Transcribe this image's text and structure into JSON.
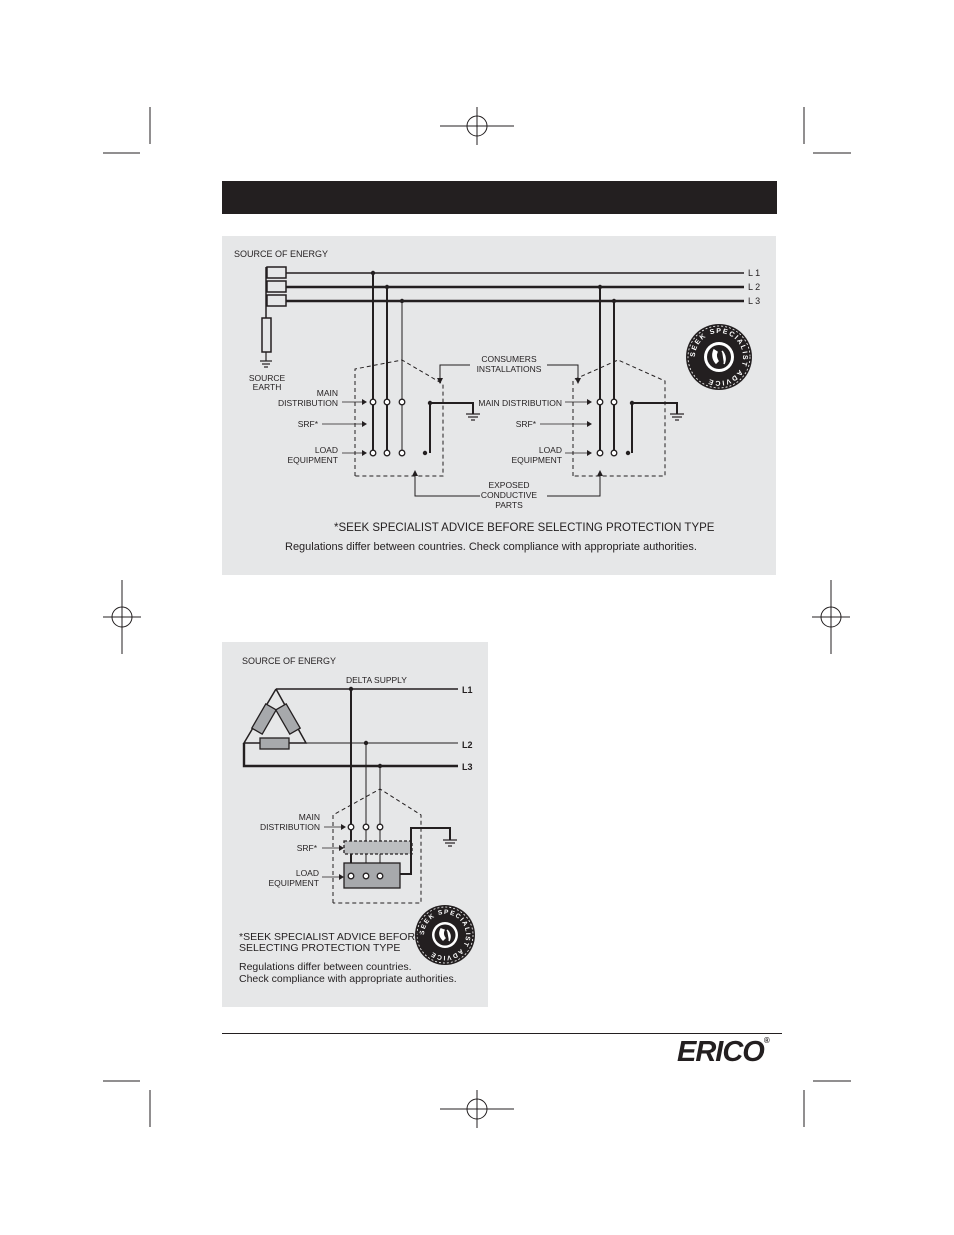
{
  "colors": {
    "header_bar": "#231f20",
    "panel_bg": "#e6e7e8",
    "ink": "#231f20",
    "srf_fill": "#bcbec0",
    "load_fill": "#a7a9ac"
  },
  "top_diagram": {
    "source_label": "SOURCE OF ENERGY",
    "line_labels": [
      "L 1",
      "L 2",
      "L 3"
    ],
    "source_earth": [
      "SOURCE",
      "EARTH"
    ],
    "consumers_installations": [
      "CONSUMERS",
      "INSTALLATIONS"
    ],
    "main_distribution_left": [
      "MAIN",
      "DISTRIBUTION"
    ],
    "main_distribution_right": "MAIN DISTRIBUTION",
    "srf_left": "SRF*",
    "srf_right": "SRF*",
    "load_equipment_left": [
      "LOAD",
      "EQUIPMENT"
    ],
    "load_equipment_right": [
      "LOAD",
      "EQUIPMENT"
    ],
    "exposed_parts": [
      "EXPOSED",
      "CONDUCTIVE",
      "PARTS"
    ],
    "seal_icon": "phone-icon",
    "seal_text": "SEEK SPECIALIST ADVICE",
    "advice": "*SEEK SPECIALIST ADVICE BEFORE SELECTING PROTECTION TYPE",
    "regulations": "Regulations differ between countries. Check compliance with appropriate authorities."
  },
  "bottom_diagram": {
    "source_label": "SOURCE OF ENERGY",
    "delta_supply": "DELTA SUPPLY",
    "line_labels": [
      "L1",
      "L2",
      "L3"
    ],
    "main_distribution": [
      "MAIN",
      "DISTRIBUTION"
    ],
    "srf": "SRF*",
    "load_equipment": [
      "LOAD",
      "EQUIPMENT"
    ],
    "seal_icon": "phone-icon",
    "seal_text": "SEEK SPECIALIST ADVICE",
    "advice": [
      "*SEEK SPECIALIST ADVICE  BEFORE",
      "SELECTING PROTECTION TYPE"
    ],
    "regulations": [
      "Regulations differ between countries.",
      "Check compliance with appropriate authorities."
    ]
  },
  "footer": {
    "logo_text": "ERICO",
    "logo_mark": "®"
  }
}
